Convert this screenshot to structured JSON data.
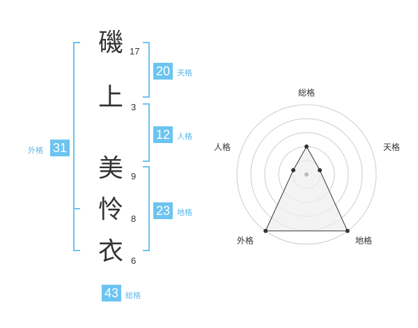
{
  "name_chars": [
    {
      "char": "磯",
      "strokes": "17"
    },
    {
      "char": "上",
      "strokes": "3"
    },
    {
      "char": "美",
      "strokes": "9"
    },
    {
      "char": "怜",
      "strokes": "8"
    },
    {
      "char": "衣",
      "strokes": "6"
    }
  ],
  "kakusu": {
    "tenkaku": {
      "value": "20",
      "label": "天格"
    },
    "jinkaku": {
      "value": "12",
      "label": "人格"
    },
    "chikaku": {
      "value": "23",
      "label": "地格"
    },
    "gaikaku": {
      "value": "31",
      "label": "外格"
    },
    "soukaku": {
      "value": "43",
      "label": "総格"
    }
  },
  "radar": {
    "labels": [
      "総格",
      "天格",
      "地格",
      "外格",
      "人格"
    ],
    "values": [
      0.4,
      0.2,
      1.0,
      1.0,
      0.2
    ],
    "rings": 5,
    "colors": {
      "ring": "#cccccc",
      "fill": "#eeeeee",
      "line": "#333333",
      "point": "#333333",
      "center": "#bbbbbb"
    }
  },
  "colors": {
    "accent": "#6cc4f0",
    "label": "#5cb8e8"
  }
}
